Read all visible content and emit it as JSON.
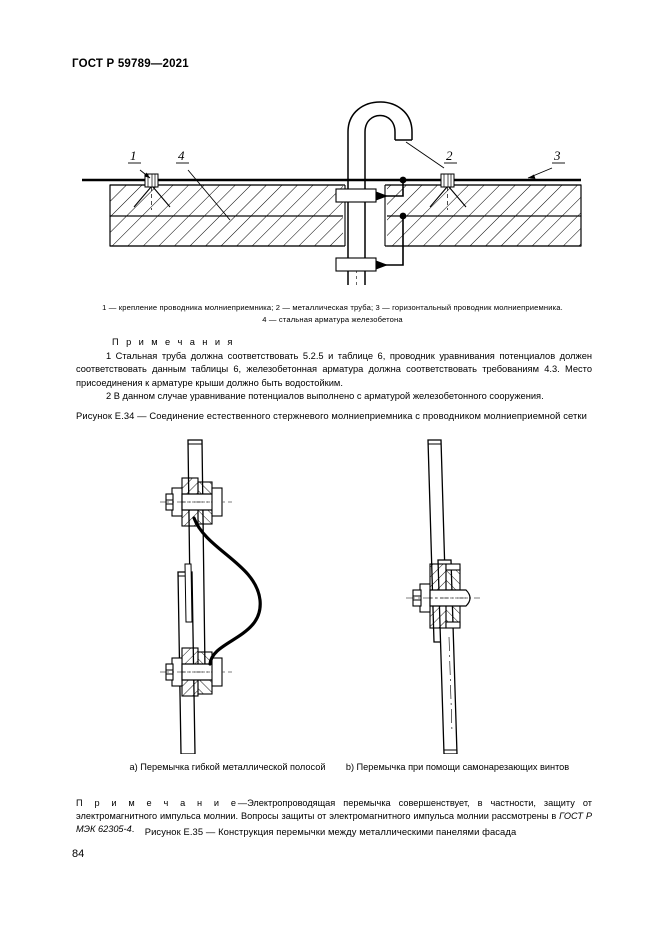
{
  "header": {
    "standard": "ГОСТ Р 59789—2021"
  },
  "figure_34": {
    "key_line_1": "1 — крепление проводника молниеприемника; 2 — металлическая труба; 3 — горизонтальный проводник молниеприемника.",
    "key_line_2": "4 — стальная арматура железобетона",
    "callouts": [
      {
        "id": "1",
        "label": "1"
      },
      {
        "id": "4",
        "label": "4"
      },
      {
        "id": "2",
        "label": "2"
      },
      {
        "id": "3",
        "label": "3"
      }
    ],
    "caption": "Рисунок Е.34 — Соединение естественного стержневого молниеприемника с проводником молниеприемной сетки"
  },
  "notes": {
    "title": "П р и м е ч а н и я",
    "items": [
      "1 Стальная труба должна соответствовать 5.2.5  и таблице 6, проводник уравнивания потенциалов должен соответствовать данным таблицы 6, железобетонная арматура должна соответствовать требованиям 4.3. Место присоединения к арматуре крыши должно быть водостойким.",
      "2 В данном случае уравнивание потенциалов выполнено с арматурой железобетонного сооружения."
    ]
  },
  "figure_35": {
    "sub_caption_a": "a) Перемычка гибкой металлической полосой",
    "sub_caption_b": "b) Перемычка при помощи самонарезающих винтов",
    "note_lead": "П р и м е ч а н и е",
    "note_dash": "—",
    "note_text_1": "Электропроводящая перемычка совершенствует, в частности, защиту от электромагнитного импульса молнии. Вопросы защиты от электромагнитного импульса молнии рассмотрены в ",
    "note_reference": "ГОСТ Р МЭК 62305-4",
    "note_text_2": ".",
    "caption": "Рисунок Е.35 — Конструкция перемычки между металлическими панелями фасада"
  },
  "footer": {
    "page_number": "84"
  }
}
